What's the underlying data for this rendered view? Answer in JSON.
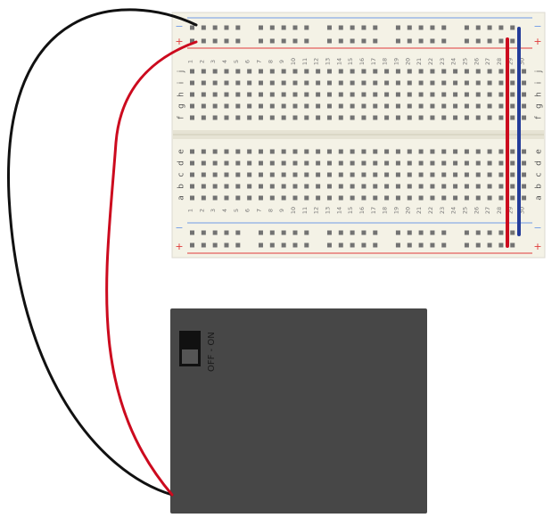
{
  "breadboard": {
    "columns": 30,
    "top_rows": [
      "j",
      "i",
      "h",
      "g",
      "f"
    ],
    "bottom_rows": [
      "e",
      "d",
      "c",
      "b",
      "a"
    ],
    "column_labels": [
      "1",
      "2",
      "3",
      "4",
      "5",
      "6",
      "7",
      "8",
      "9",
      "10",
      "11",
      "12",
      "13",
      "14",
      "15",
      "16",
      "17",
      "18",
      "19",
      "20",
      "21",
      "22",
      "23",
      "24",
      "25",
      "26",
      "27",
      "28",
      "29",
      "30"
    ],
    "rail_minus_label": "−",
    "rail_plus_label": "+",
    "colors": {
      "board": "#f4f2e6",
      "hole": "#727272",
      "minus_line": "#6f9be6",
      "plus_line": "#e03b3b",
      "divider": "#d9d6c6"
    }
  },
  "battery_pack": {
    "switch_label": "OFF - ON",
    "colors": {
      "body": "#474747",
      "switch_body": "#111111",
      "switch_knob": "#555555",
      "label": "#1a1a1a"
    }
  },
  "wires": [
    {
      "name": "black-wire",
      "color": "#111111"
    },
    {
      "name": "red-wire",
      "color": "#cc0a1e"
    },
    {
      "name": "red-jumper",
      "color": "#cc0a1e"
    },
    {
      "name": "blue-jumper",
      "color": "#233c9a"
    }
  ]
}
